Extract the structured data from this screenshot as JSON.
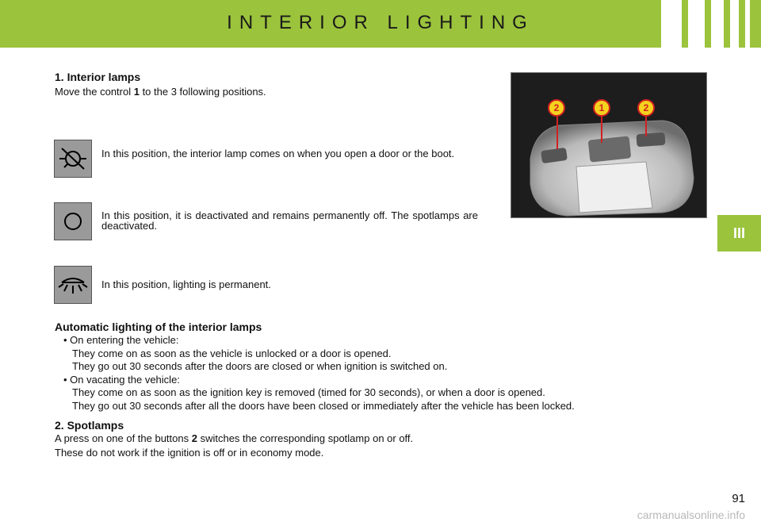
{
  "header": {
    "title": "INTERIOR LIGHTING"
  },
  "tab": {
    "label": "III"
  },
  "section1": {
    "heading": "1.  Interior lamps",
    "intro_pre": "Move the control ",
    "intro_bold": "1",
    "intro_post": " to the 3 following positions.",
    "modes": [
      {
        "icon": "door-lamp-icon",
        "text": "In this position, the interior lamp comes on when you open a door or the boot."
      },
      {
        "icon": "lamp-off-icon",
        "text": "In this position, it is deactivated and remains permanently off. The spotlamps are deactivated."
      },
      {
        "icon": "lamp-on-icon",
        "text": "In this position, lighting is permanent."
      }
    ]
  },
  "photo": {
    "labels": [
      "2",
      "1",
      "2"
    ]
  },
  "auto": {
    "heading": "Automatic lighting of the interior lamps",
    "entering": "• On entering the vehicle:",
    "entering_1": "They come on as soon as the vehicle is unlocked or a door is opened.",
    "entering_2": "They go out 30 seconds after the doors are closed or when ignition is switched on.",
    "vacating": "• On vacating the vehicle:",
    "vacating_1": "They come on as soon as the ignition key is removed (timed for 30 seconds), or when a door is opened.",
    "vacating_2": "They go out 30 seconds after all the doors have been closed or immediately after the vehicle has been locked."
  },
  "section2": {
    "heading": "2.  Spotlamps",
    "line1_pre": "A press on one of the buttons ",
    "line1_bold": "2",
    "line1_post": " switches the corresponding spotlamp on or off.",
    "line2": "These do not work if the ignition is off or in economy mode."
  },
  "footer": {
    "page_number": "91",
    "watermark": "carmanualsonline.info"
  },
  "colors": {
    "accent": "#9bc33c",
    "badge_fill": "#f4d21f",
    "badge_border": "#d12020"
  }
}
